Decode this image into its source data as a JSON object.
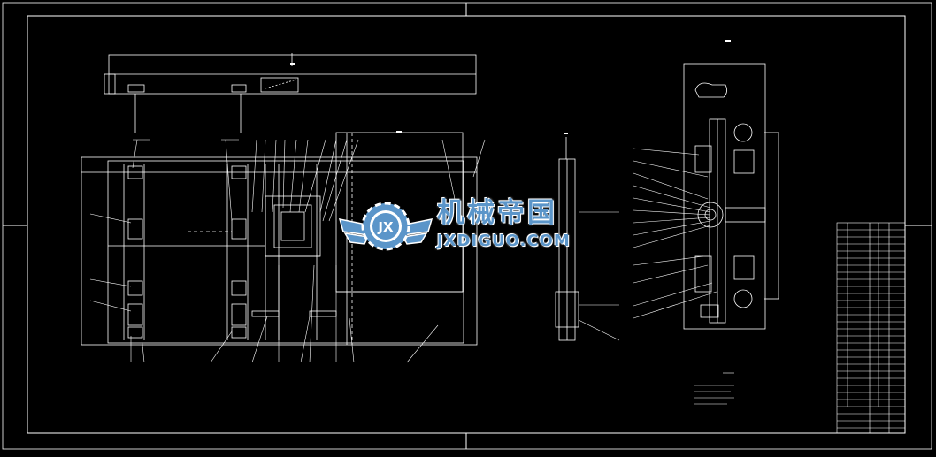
{
  "watermark": {
    "name_cn": "机械帝国",
    "site": "JXDIGUO.COM",
    "logo_letters": "JX"
  },
  "colors": {
    "background": "#000000",
    "lines": "#ffffff",
    "watermark": "#5b95c9"
  },
  "icons": [
    "gear-logo-icon"
  ]
}
